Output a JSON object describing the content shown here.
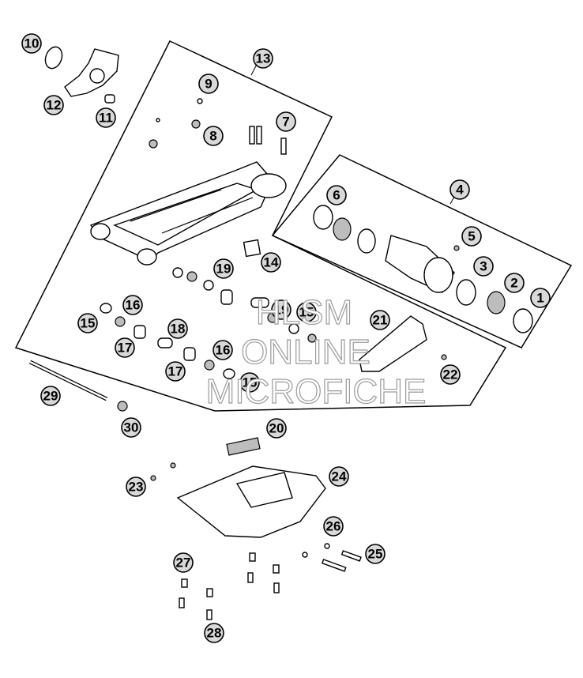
{
  "callouts": [
    "1",
    "2",
    "3",
    "4",
    "5",
    "6",
    "7",
    "8",
    "9",
    "10",
    "11",
    "12",
    "13",
    "14",
    "15",
    "15",
    "16",
    "16",
    "17",
    "17",
    "18",
    "19",
    "19",
    "20",
    "21",
    "22",
    "23",
    "24",
    "25",
    "26",
    "27",
    "28",
    "29",
    "30",
    "15"
  ],
  "watermark": {
    "line1": "HLSM",
    "line2": "ONLINE",
    "line3": "MICROFICHE"
  }
}
